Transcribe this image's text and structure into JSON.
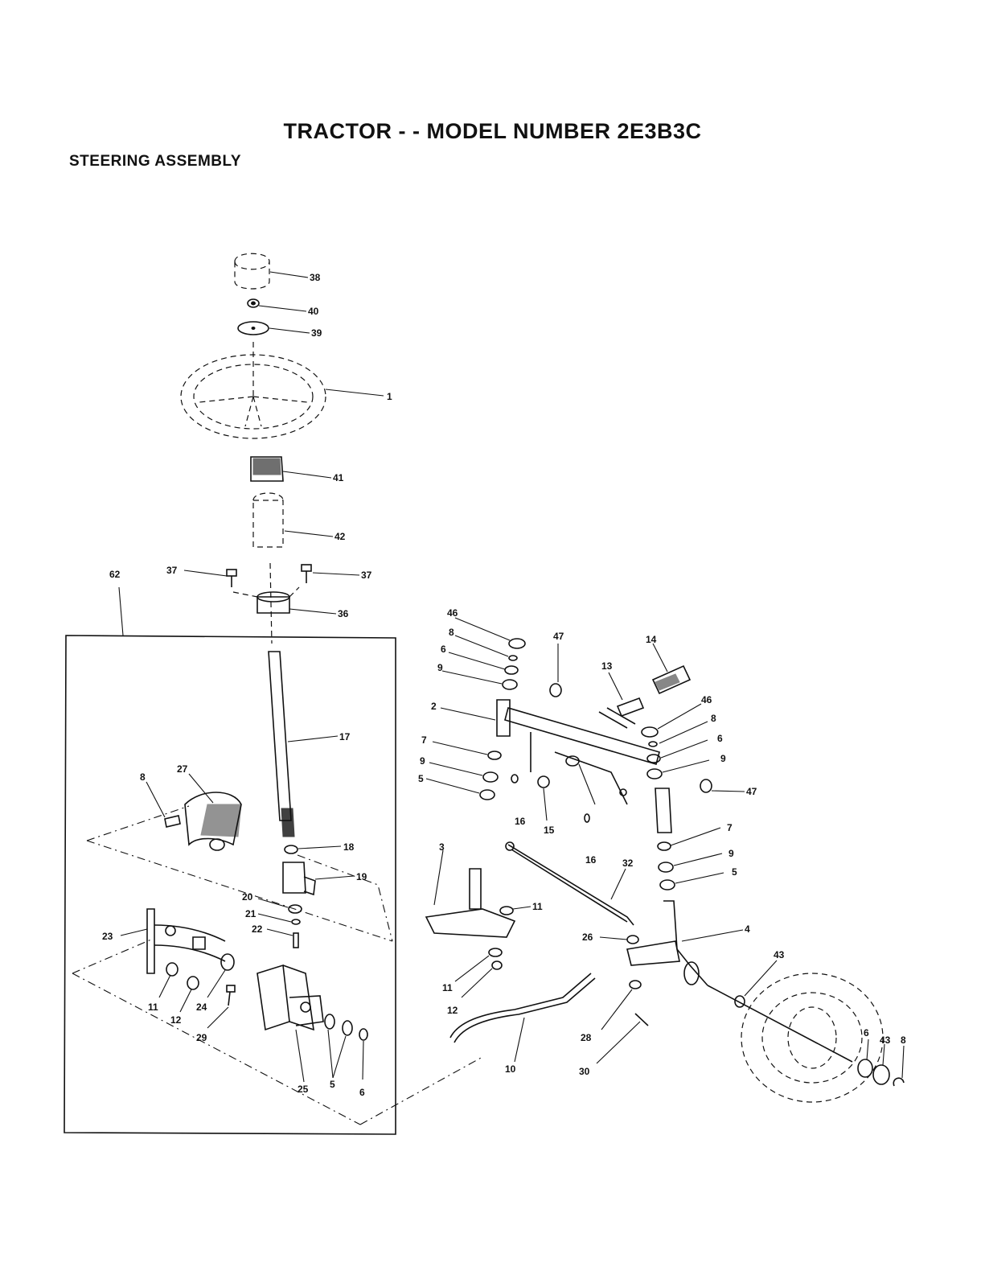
{
  "header": {
    "title": "TRACTOR - - MODEL NUMBER 2E3B3C",
    "subtitle": "STEERING ASSEMBLY"
  },
  "callouts": [
    {
      "id": "c-38",
      "text": "38"
    },
    {
      "id": "c-40",
      "text": "40"
    },
    {
      "id": "c-39",
      "text": "39"
    },
    {
      "id": "c-1",
      "text": "1"
    },
    {
      "id": "c-41",
      "text": "41"
    },
    {
      "id": "c-42",
      "text": "42"
    },
    {
      "id": "c-37a",
      "text": "37"
    },
    {
      "id": "c-37b",
      "text": "37"
    },
    {
      "id": "c-36",
      "text": "36"
    },
    {
      "id": "c-62",
      "text": "62"
    },
    {
      "id": "c-17",
      "text": "17"
    },
    {
      "id": "c-8a",
      "text": "8"
    },
    {
      "id": "c-27",
      "text": "27"
    },
    {
      "id": "c-18",
      "text": "18"
    },
    {
      "id": "c-19",
      "text": "19"
    },
    {
      "id": "c-20",
      "text": "20"
    },
    {
      "id": "c-21",
      "text": "21"
    },
    {
      "id": "c-22",
      "text": "22"
    },
    {
      "id": "c-23",
      "text": "23"
    },
    {
      "id": "c-11a",
      "text": "11"
    },
    {
      "id": "c-12a",
      "text": "12"
    },
    {
      "id": "c-24",
      "text": "24"
    },
    {
      "id": "c-29",
      "text": "29"
    },
    {
      "id": "c-25",
      "text": "25"
    },
    {
      "id": "c-5a",
      "text": "5"
    },
    {
      "id": "c-6a",
      "text": "6"
    },
    {
      "id": "c-46a",
      "text": "46"
    },
    {
      "id": "c-8b",
      "text": "8"
    },
    {
      "id": "c-6b",
      "text": "6"
    },
    {
      "id": "c-9a",
      "text": "9"
    },
    {
      "id": "c-47a",
      "text": "47"
    },
    {
      "id": "c-13",
      "text": "13"
    },
    {
      "id": "c-14",
      "text": "14"
    },
    {
      "id": "c-2",
      "text": "2"
    },
    {
      "id": "c-7a",
      "text": "7"
    },
    {
      "id": "c-9b",
      "text": "9"
    },
    {
      "id": "c-5b",
      "text": "5"
    },
    {
      "id": "c-16a",
      "text": "16"
    },
    {
      "id": "c-15",
      "text": "15"
    },
    {
      "id": "c-46b",
      "text": "46"
    },
    {
      "id": "c-8c",
      "text": "8"
    },
    {
      "id": "c-6c",
      "text": "6"
    },
    {
      "id": "c-9c",
      "text": "9"
    },
    {
      "id": "c-47b",
      "text": "47"
    },
    {
      "id": "c-16b",
      "text": "16"
    },
    {
      "id": "c-7b",
      "text": "7"
    },
    {
      "id": "c-9d",
      "text": "9"
    },
    {
      "id": "c-5c",
      "text": "5"
    },
    {
      "id": "c-3",
      "text": "3"
    },
    {
      "id": "c-32",
      "text": "32"
    },
    {
      "id": "c-11b",
      "text": "11"
    },
    {
      "id": "c-26a",
      "text": "26"
    },
    {
      "id": "c-4",
      "text": "4"
    },
    {
      "id": "c-11c",
      "text": "11"
    },
    {
      "id": "c-12b",
      "text": "12"
    },
    {
      "id": "c-43a",
      "text": "43"
    },
    {
      "id": "c-28",
      "text": "28"
    },
    {
      "id": "c-10",
      "text": "10"
    },
    {
      "id": "c-30",
      "text": "30"
    },
    {
      "id": "c-6d",
      "text": "6"
    },
    {
      "id": "c-43b",
      "text": "43"
    },
    {
      "id": "c-8d",
      "text": "8"
    }
  ]
}
